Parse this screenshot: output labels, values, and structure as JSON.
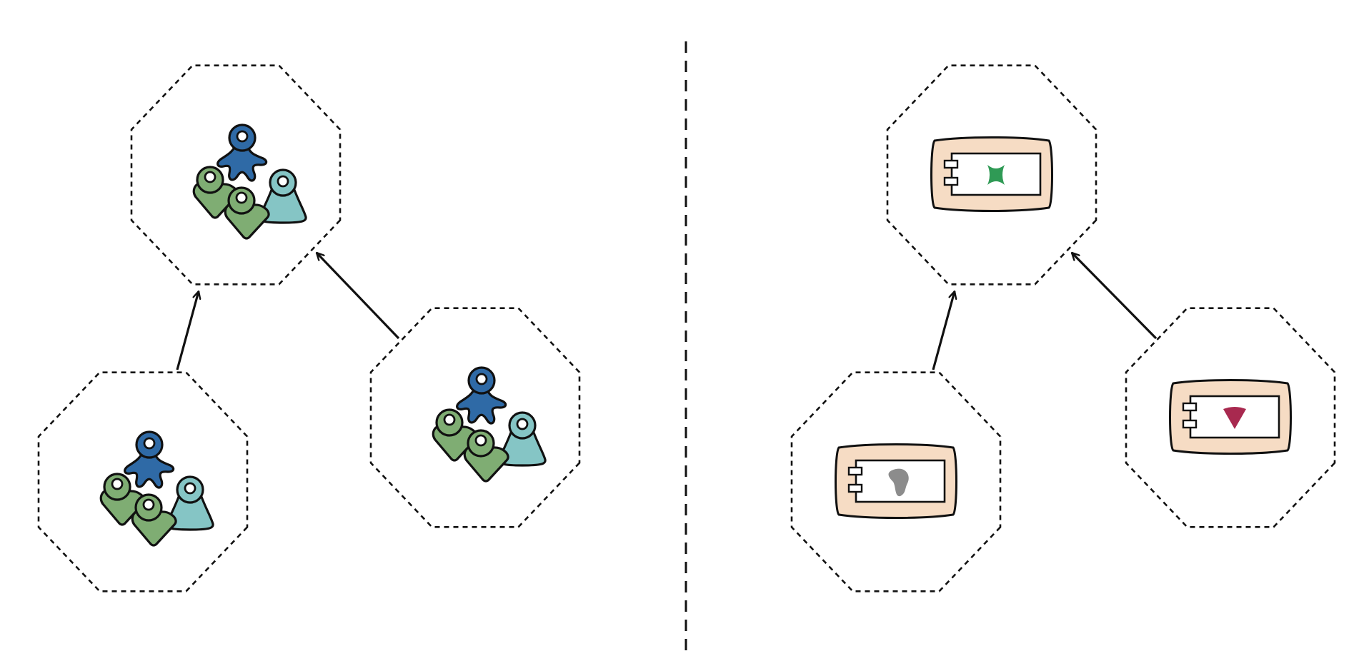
{
  "diagram": {
    "left_panel": {
      "octagons": [
        {
          "id": "team-top",
          "content": "people-group"
        },
        {
          "id": "team-bottom-left",
          "content": "people-group"
        },
        {
          "id": "team-bottom-right",
          "content": "people-group"
        }
      ],
      "arrows": [
        {
          "from": "team-bottom-left",
          "to": "team-top"
        },
        {
          "from": "team-bottom-right",
          "to": "team-top"
        }
      ]
    },
    "right_panel": {
      "octagons": [
        {
          "id": "component-top",
          "content": "component-icon",
          "symbol": "cross-star"
        },
        {
          "id": "component-bottom-left",
          "content": "component-icon",
          "symbol": "blob"
        },
        {
          "id": "component-bottom-right",
          "content": "component-icon",
          "symbol": "heart-triangle"
        }
      ],
      "arrows": [
        {
          "from": "component-bottom-left",
          "to": "component-top"
        },
        {
          "from": "component-bottom-right",
          "to": "component-top"
        }
      ]
    },
    "divider": {
      "style": "dashed-vertical"
    },
    "colors": {
      "person_dark_blue": "#2f6aa6",
      "person_green": "#7fad73",
      "person_teal": "#85c5c5",
      "component_fill": "#f6dcc4",
      "symbol_green": "#2f9a55",
      "symbol_gray": "#8c8c8c",
      "symbol_crimson": "#a8294f",
      "stroke": "#111111"
    }
  }
}
